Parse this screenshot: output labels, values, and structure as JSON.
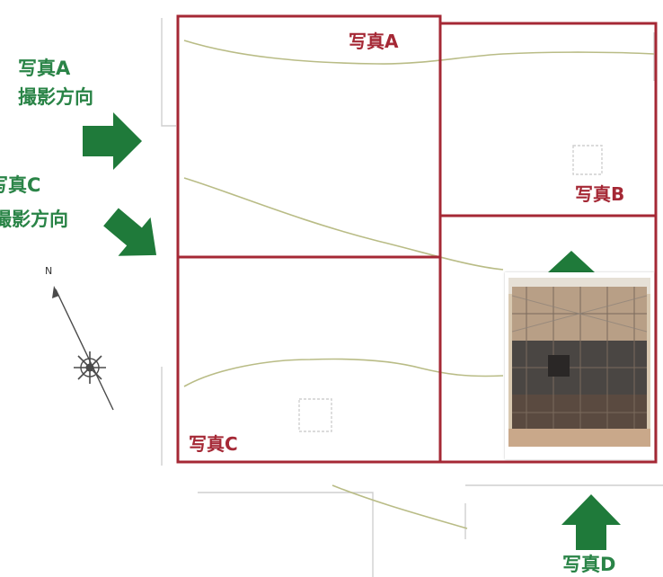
{
  "colors": {
    "frame": "#a52835",
    "arrow": "#1f7a3a",
    "site_line": "#b8bc8a",
    "map_line": "#c9c9c9",
    "compass": "#4a4a4a"
  },
  "frames": {
    "a": "写真A",
    "b": "写真B",
    "c": "写真C"
  },
  "directions": {
    "a_title": "写真A",
    "a_caption": "撮影方向",
    "c_title": "写真C",
    "c_caption": "撮影方向",
    "d_title": "写真D"
  },
  "compass": {
    "north": "N"
  },
  "icons": {
    "arrow_a": "arrow-right-icon",
    "arrow_c": "arrow-down-right-icon",
    "arrow_b": "arrow-up-icon",
    "arrow_d": "arrow-up-icon",
    "compass": "compass-rose-icon"
  }
}
